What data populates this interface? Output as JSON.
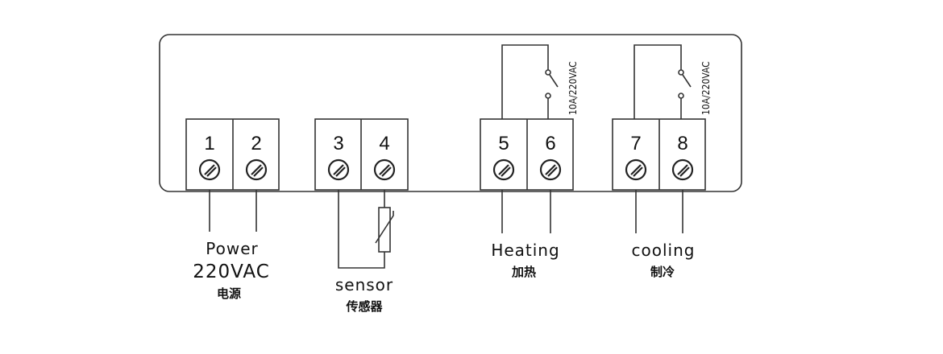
{
  "terminals": [
    "1",
    "2",
    "3",
    "4",
    "5",
    "6",
    "7",
    "8"
  ],
  "relay_rating": "10A/220VAC",
  "labels": {
    "power": {
      "en": "Power",
      "value": "220VAC",
      "cn": "电源"
    },
    "sensor": {
      "en": "sensor",
      "cn": "传感器"
    },
    "heating": {
      "en": "Heating",
      "cn": "加热"
    },
    "cooling": {
      "en": "cooling",
      "cn": "制冷"
    }
  }
}
